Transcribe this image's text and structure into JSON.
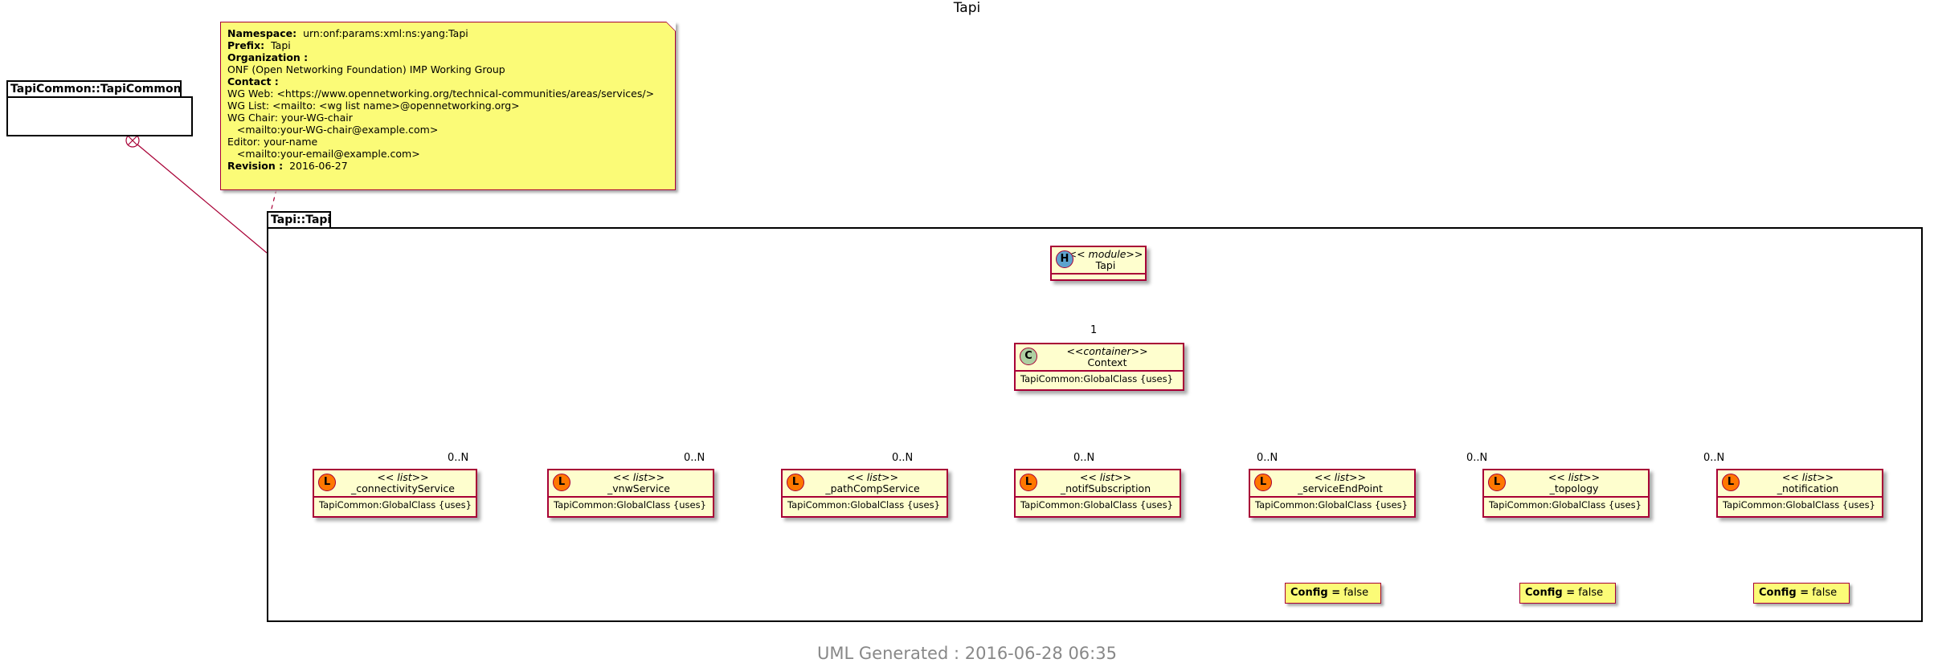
{
  "title": "Tapi",
  "footer": "UML Generated : 2016-06-28 06:35",
  "packages": {
    "common": "TapiCommon::TapiCommon",
    "tapi": "Tapi::Tapi"
  },
  "module_note": {
    "namespace_label": "Namespace:",
    "namespace_value": "urn:onf:params:xml:ns:yang:Tapi",
    "prefix_label": "Prefix:",
    "prefix_value": "Tapi",
    "organization_label": "Organization :",
    "organization_value": "ONF (Open Networking Foundation) IMP Working Group",
    "contact_label": "Contact :",
    "contact_lines": [
      "WG Web: <https://www.opennetworking.org/technical-communities/areas/services/>",
      "WG List: <mailto: <wg list name>@opennetworking.org>",
      "WG Chair: your-WG-chair",
      "   <mailto:your-WG-chair@example.com>",
      "Editor: your-name",
      "   <mailto:your-email@example.com>"
    ],
    "revision_label": "Revision :",
    "revision_value": "2016-06-27"
  },
  "classes": {
    "tapi": {
      "icon": "H",
      "icon_color": "#5ea3ce",
      "stereotype": "<< module>>",
      "name": "Tapi"
    },
    "context": {
      "icon": "C",
      "icon_color": "#adcfa2",
      "stereotype": "<<container>>",
      "name": "Context",
      "attr": "TapiCommon:GlobalClass {uses}"
    },
    "lists": [
      {
        "icon": "L",
        "icon_color": "#ff7700",
        "stereotype": "<< list>>",
        "name": "_connectivityService",
        "attr": "TapiCommon:GlobalClass {uses}",
        "mult": "0..N"
      },
      {
        "icon": "L",
        "icon_color": "#ff7700",
        "stereotype": "<< list>>",
        "name": "_vnwService",
        "attr": "TapiCommon:GlobalClass {uses}",
        "mult": "0..N"
      },
      {
        "icon": "L",
        "icon_color": "#ff7700",
        "stereotype": "<< list>>",
        "name": "_pathCompService",
        "attr": "TapiCommon:GlobalClass {uses}",
        "mult": "0..N"
      },
      {
        "icon": "L",
        "icon_color": "#ff7700",
        "stereotype": "<< list>>",
        "name": "_notifSubscription",
        "attr": "TapiCommon:GlobalClass {uses}",
        "mult": "0..N"
      },
      {
        "icon": "L",
        "icon_color": "#ff7700",
        "stereotype": "<< list>>",
        "name": "_serviceEndPoint",
        "attr": "TapiCommon:GlobalClass {uses}",
        "mult": "0..N"
      },
      {
        "icon": "L",
        "icon_color": "#ff7700",
        "stereotype": "<< list>>",
        "name": "_topology",
        "attr": "TapiCommon:GlobalClass {uses}",
        "mult": "0..N"
      },
      {
        "icon": "L",
        "icon_color": "#ff7700",
        "stereotype": "<< list>>",
        "name": "_notification",
        "attr": "TapiCommon:GlobalClass {uses}",
        "mult": "0..N"
      }
    ]
  },
  "context_mult": "1",
  "config_notes": [
    {
      "label": "Config =",
      "value": "false"
    },
    {
      "label": "Config =",
      "value": "false"
    },
    {
      "label": "Config =",
      "value": "false"
    }
  ],
  "colors": {
    "border": "#a80036",
    "class_bg": "#fefece",
    "note_bg": "#fbfb77"
  }
}
